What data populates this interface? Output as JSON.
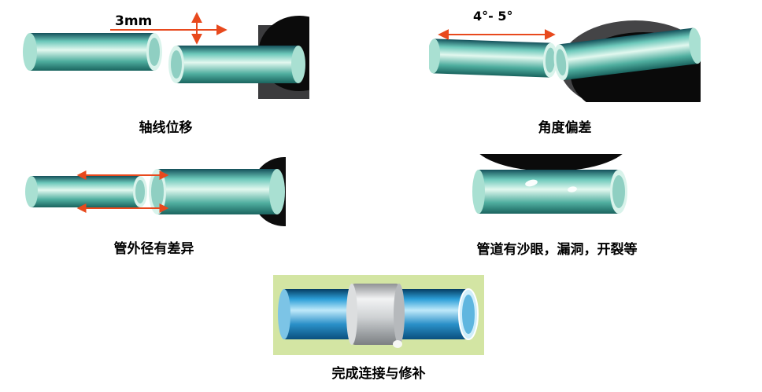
{
  "figures": {
    "axial": {
      "caption": "轴线位移",
      "annotation": "3mm"
    },
    "angle": {
      "caption": "角度偏差",
      "annotation": "4°- 5°"
    },
    "diameter": {
      "caption": "管外径有差异"
    },
    "defects": {
      "caption": "管道有沙眼，漏洞，开裂等"
    },
    "repair": {
      "caption": "完成连接与修补"
    }
  },
  "colors": {
    "pipe_teal_highlight": "#e2f8ef",
    "pipe_teal_dark": "#14505a",
    "pipe_blue_highlight": "#bfe9fa",
    "pipe_blue_dark": "#0a4f7e",
    "annotation_red": "#e8491d",
    "machine_black": "#0b0b0b",
    "machine_gray": "#3b3b3d",
    "repair_background": "#d3e5a3",
    "sleeve_silver": "#cfd2d4",
    "caption_text": "#000000"
  }
}
